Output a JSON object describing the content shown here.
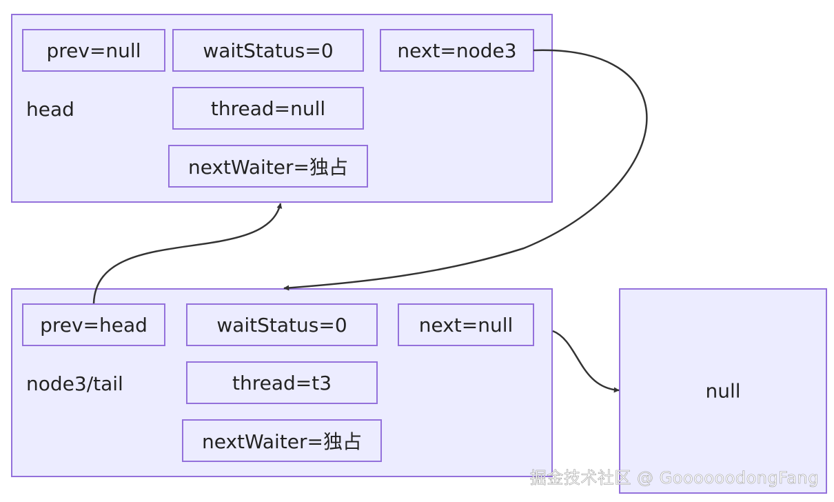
{
  "head": {
    "label": "head",
    "prev": "prev=null",
    "waitStatus": "waitStatus=0",
    "next": "next=node3",
    "thread": "thread=null",
    "nextWaiter": "nextWaiter=独占"
  },
  "node3": {
    "label": "node3/tail",
    "prev": "prev=head",
    "waitStatus": "waitStatus=0",
    "next": "next=null",
    "thread": "thread=t3",
    "nextWaiter": "nextWaiter=独占"
  },
  "null_node": {
    "label": "null"
  },
  "watermark": "掘金技术社区 @ GoooooodongFang",
  "colors": {
    "node_fill": "#ececff",
    "node_border": "#9370db",
    "edge": "#333333"
  }
}
